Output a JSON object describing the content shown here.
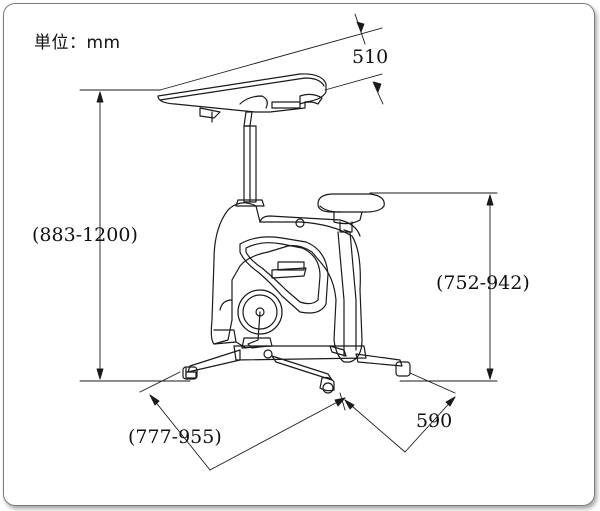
{
  "unit_label": "単位：mm",
  "dimensions": {
    "desk_width": "510",
    "desk_height": "(883-1200)",
    "seat_height": "(752-942)",
    "base_length": "(777-955)",
    "base_width": "590"
  },
  "colors": {
    "line": "#1a1a1a",
    "frame_border": "#7a7a7a"
  }
}
